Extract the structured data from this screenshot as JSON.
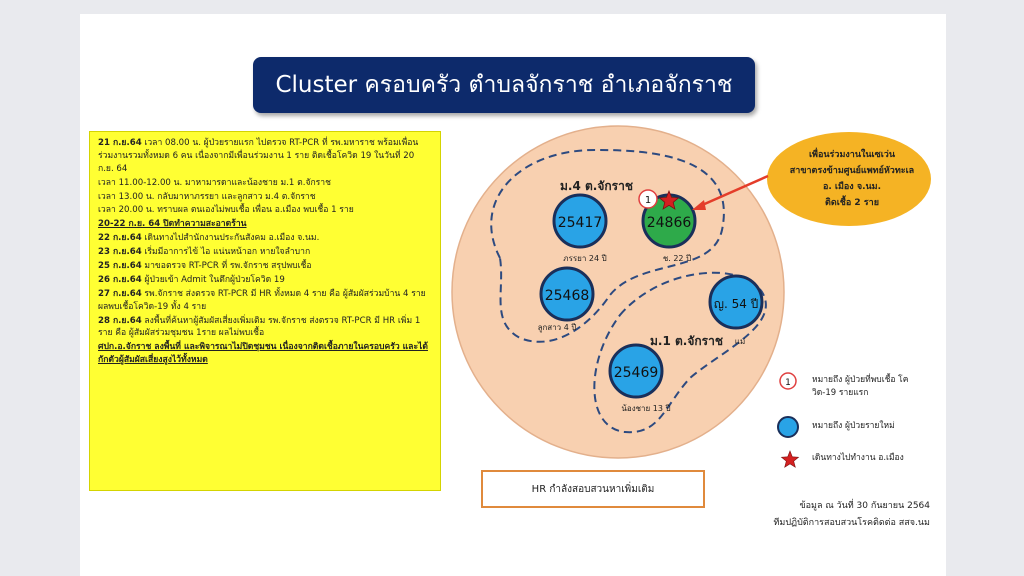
{
  "title": "Cluster ครอบครัว ตำบลจักราช  อำเภอจักราช",
  "timeline": [
    {
      "date": "21 ก.ย.64",
      "text": " เวลา 08.00 น. ผู้ป่วยรายแรก ไปตรวจ RT-PCR  ที่ รพ.มหาราช พร้อมเพื่อนร่วมงานรวมทั้งหมด 6 คน เนื่องจากมีเพื่อนร่วมงาน 1 ราย ติดเชื้อโควิด 19 ในวันที่ 20 ก.ย. 64"
    },
    {
      "date": "",
      "text": "เวลา 11.00-12.00 น. มาหามารดาและน้องชาย ม.1 ต.จักราช"
    },
    {
      "date": "",
      "text": "เวลา 13.00  น.  กลับมาหาภรรยา และลูกสาว ม.4 ต.จักราช"
    },
    {
      "date": "",
      "text": "เวลา 20.00 น.  ทราบผล ตนเองไม่พบเชื้อ  เพื่อน อ.เมือง พบเชื้อ 1 ราย"
    },
    {
      "date": "",
      "text": "20-22 ก.ย.  64 ปิดทำความสะอาดร้าน",
      "underline": true
    },
    {
      "date": "22 ก.ย.64",
      "text": " เดินทางไปสำนักงานประกันสังคม อ.เมือง จ.นม."
    },
    {
      "date": "23 ก.ย.64",
      "text": " เริ่มมีอาการไข้ ไอ แน่นหน้าอก หายใจลำบาก"
    },
    {
      "date": "25 ก.ย.64",
      "text": " มาขอตรวจ RT-PCR ที่ รพ.จักราช สรุปพบเชื้อ"
    },
    {
      "date": "26 ก.ย.64",
      "text": " ผู้ป่วยเข้า Admit ในตึกผู้ป่วยโควิด 19"
    },
    {
      "date": "27 ก.ย.64",
      "text": " รพ.จักราช ส่งตรวจ RT-PCR  มี HR ทั้งหมด 4 ราย คือ ผู้สัมผัสร่วมบ้าน 4 ราย ผลพบเชื้อโควิด-19  ทั้ง 4 ราย"
    },
    {
      "date": "28 ก.ย.64",
      "text": " ลงพื้นที่ค้นหาผู้สัมผัสเสี่ยงเพิ่มเติม รพ.จักราช ส่งตรวจ RT-PCR  มี HR เพิ่ม 1 ราย คือ ผู้สัมผัสร่วมชุมชน 1ราย ผลไม่พบเชื้อ"
    },
    {
      "date": "",
      "text": "ศปก.อ.จักราช  ลงพื้นที่ และพิจารณาไม่ปิดชุมชน เนื่องจากติดเชื้อภายในครอบครัว และได้กักตัวผู้สัมผัสเสี่ยงสูงไว้ทั้งหมด",
      "underline": true
    }
  ],
  "groups": {
    "m4": "ม.4 ต.จักราช",
    "m1": "ม.1 ต.จักราช"
  },
  "cases": [
    {
      "id": "25417",
      "caption": "ภรรยา 24 ปี",
      "color": "#29a3e6"
    },
    {
      "id": "24866",
      "caption": "ช. 22 ปี",
      "color": "#2eaa4a"
    },
    {
      "id": "25468",
      "caption": "ลูกสาว 4 ปี",
      "color": "#29a3e6"
    },
    {
      "id": "ญ. 54 ปี",
      "caption": "แม่",
      "color": "#29a3e6"
    },
    {
      "id": "25469",
      "caption": "น้องชาย 13 ปี",
      "color": "#29a3e6"
    }
  ],
  "first_case_marker": "1",
  "callout": {
    "lines": [
      "เพื่อนร่วมงานในเซเว่น",
      "สาขาตรงข้ามศูนย์แพทย์หัวทะเล",
      "อ. เมือง จ.นม.",
      "ติดเชื้อ 2 ราย"
    ],
    "color": "#f5b324"
  },
  "hr_note": "HR กำลังสอบสวนหาเพิ่มเติม",
  "legend": {
    "first": "หมายถึง ผู้ป่วยที่พบเชื้อ โควิด-19 รายแรก",
    "new": "หมายถึง  ผู้ป่วยรายใหม่",
    "travel": "เดินทางไปทำงาน  อ.เมือง"
  },
  "source": {
    "line1": "ข้อมูล ณ วันที่ 30 กันยายน 2564",
    "line2": "ทีมปฏิบัติการสอบสวนโรคติดต่อ สสจ.นม"
  },
  "colors": {
    "circle_bg": "#f8d0b0",
    "title_bg": "#0d2a6b",
    "timeline_bg": "#ffff33",
    "star": "#d42020",
    "marker": "#e04040"
  }
}
